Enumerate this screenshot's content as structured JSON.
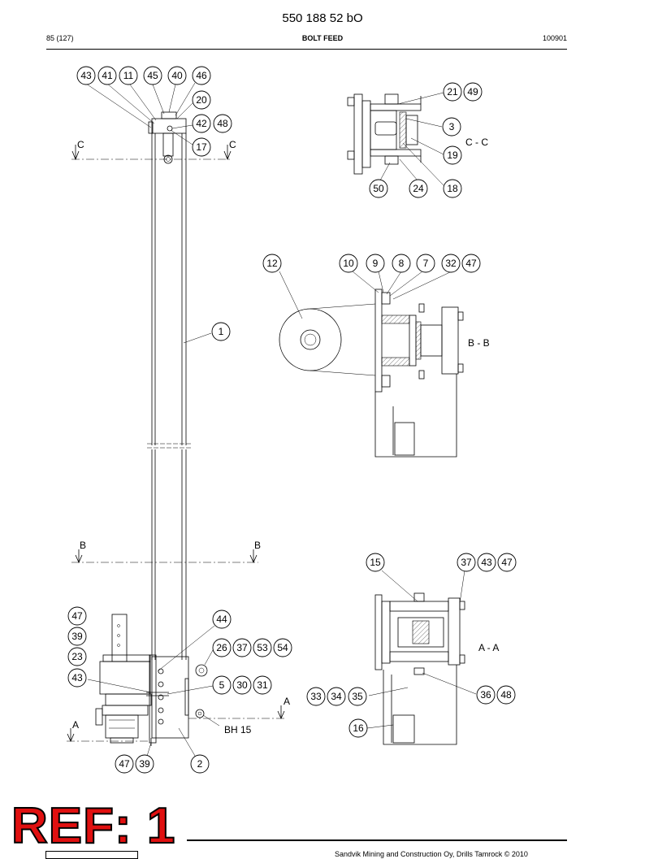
{
  "header": {
    "doc_number": "550 188 52 bO",
    "page_ref": "85 (127)",
    "section_title": "BOLT FEED",
    "date_code": "100901"
  },
  "footer": {
    "copyright": "Sandvik Mining and Construction Oy, Drills Tamrock © 2010"
  },
  "ref_stamp": "REF: 1",
  "views": {
    "section_c": "C - C",
    "section_b": "B - B",
    "section_a": "A - A"
  },
  "cut_markers": {
    "a": "A",
    "b": "B",
    "c": "C"
  },
  "callout_bh": "BH 15",
  "balloons": {
    "main_top": [
      "43",
      "41",
      "11",
      "45",
      "40",
      "46",
      "20",
      "42",
      "48",
      "17"
    ],
    "main_mid": [
      "1"
    ],
    "main_bottom": [
      "47",
      "39",
      "23",
      "43",
      "44",
      "26",
      "37",
      "53",
      "54",
      "5",
      "30",
      "31",
      "47",
      "39",
      "2"
    ],
    "view_c": [
      "21",
      "49",
      "3",
      "19",
      "50",
      "24",
      "18"
    ],
    "view_b": [
      "12",
      "10",
      "9",
      "8",
      "7",
      "32",
      "47"
    ],
    "view_a": [
      "15",
      "37",
      "43",
      "47",
      "33",
      "34",
      "35",
      "36",
      "48",
      "16"
    ]
  }
}
